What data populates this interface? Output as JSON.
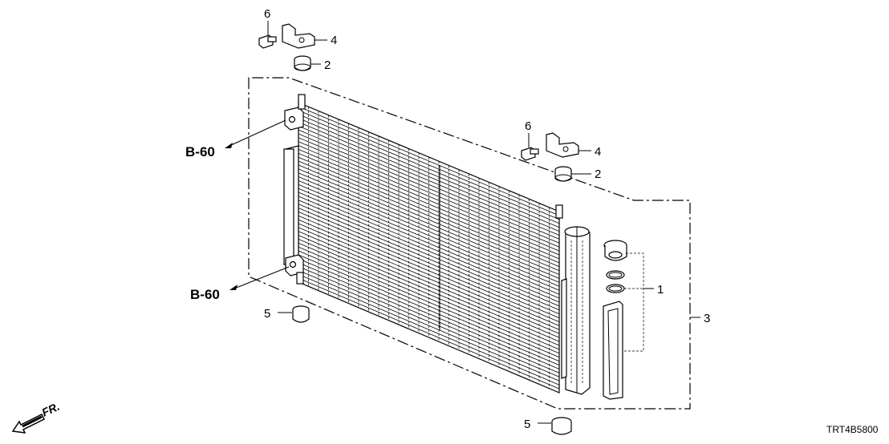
{
  "callouts": {
    "c6_top": "6",
    "c4_top": "4",
    "c2_top": "2",
    "c6_right": "6",
    "c4_right": "4",
    "c2_right": "2",
    "c1": "1",
    "c3": "3",
    "c5_left": "5",
    "c5_bottom": "5"
  },
  "refs": {
    "upper": "B-60",
    "lower": "B-60"
  },
  "direction": {
    "label": "FR."
  },
  "diagram_code": "TRT4B5800"
}
